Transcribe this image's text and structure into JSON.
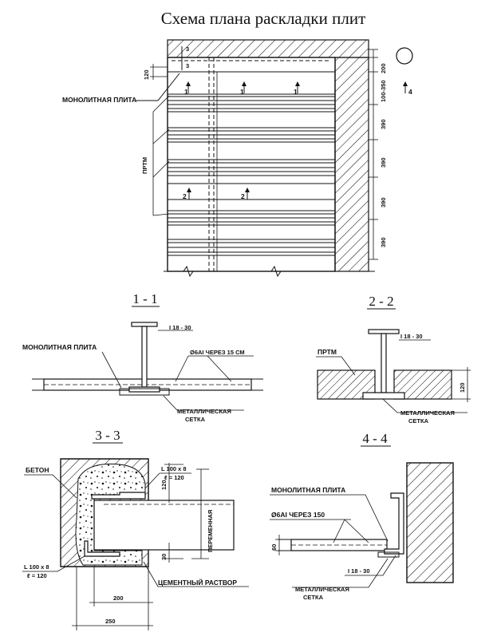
{
  "title": "Схема плана раскладки плит",
  "plan": {
    "label_monolith": "МОНОЛИТНАЯ ПЛИТА",
    "label_prtm": "ПРТМ",
    "dim_120": "120",
    "dim_200": "200",
    "dim_100_350": "100-350",
    "dim_390": "390",
    "mark_1": "1",
    "mark_2": "2",
    "mark_3": "3",
    "mark_4": "4"
  },
  "section_1": {
    "title": "1 - 1",
    "beam": "I 18 - 30",
    "label_monolith": "МОНОЛИТНАЯ ПЛИТА",
    "rebar": "Ø6AI ЧЕРЕЗ 15 СМ",
    "mesh_1": "МЕТАЛЛИЧЕСКАЯ",
    "mesh_2": "СЕТКА"
  },
  "section_2": {
    "title": "2 - 2",
    "beam": "I 18 - 30",
    "label_prtm": "ПРТМ",
    "dim_120": "120",
    "mesh_1": "МЕТАЛЛИЧЕСКАЯ",
    "mesh_2": "СЕТКА"
  },
  "section_3": {
    "title": "3 - 3",
    "label_concrete": "БЕТОН",
    "angle_top_1": "L 100 x 8",
    "angle_top_2": "ℓ = 120",
    "angle_bot_1": "L 100 x 8",
    "angle_bot_2": "ℓ = 120",
    "label_variable": "ПЕРЕМЕННАЯ",
    "dim_120": "120",
    "dim_30": "30",
    "mortar": "ЦЕМЕНТНЫЙ РАСТВОР",
    "dim_200": "200",
    "dim_250": "250"
  },
  "section_4": {
    "title": "4 - 4",
    "label_monolith": "МОНОЛИТНАЯ ПЛИТА",
    "rebar": "Ø6AI ЧЕРЕЗ 150",
    "dim_60": "60",
    "beam": "I 18 - 30",
    "mesh_1": "МЕТАЛЛИЧЕСКАЯ",
    "mesh_2": "СЕТКА"
  }
}
